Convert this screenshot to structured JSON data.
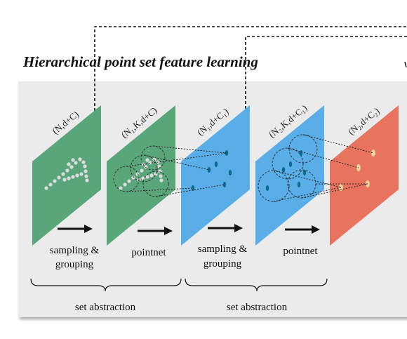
{
  "title": "Hierarchical point set feature learning",
  "planes": [
    {
      "label": "(N,d+C)",
      "color": "#5aa67b"
    },
    {
      "label": "(N₁,K,d+C)",
      "color": "#5aa67b"
    },
    {
      "label": "(N₁,d+C₁)",
      "color": "#5aaee8"
    },
    {
      "label": "(N₂,K,d+C₁)",
      "color": "#5aaee8"
    },
    {
      "label": "(N₂,d+C₂)",
      "color": "#e8735e"
    }
  ],
  "steps": [
    {
      "line1": "sampling &",
      "line2": "grouping"
    },
    {
      "line1": "pointnet",
      "line2": ""
    },
    {
      "line1": "sampling &",
      "line2": "grouping"
    },
    {
      "line1": "pointnet",
      "line2": ""
    }
  ],
  "groups": [
    "set abstraction",
    "set abstraction"
  ]
}
